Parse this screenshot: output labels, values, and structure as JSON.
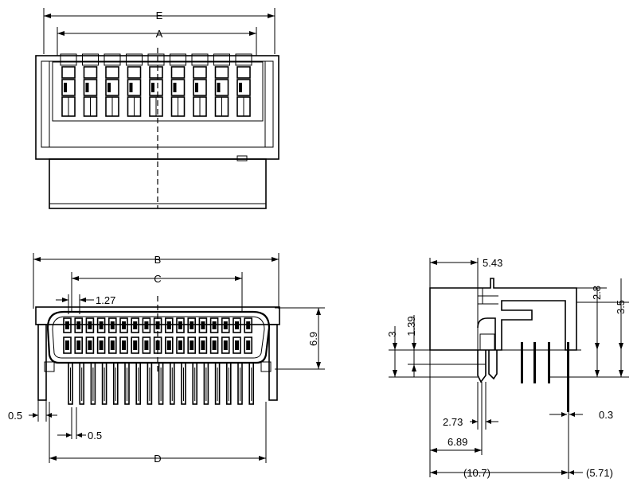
{
  "views": {
    "top": {
      "dim_e": "E",
      "dim_a": "A"
    },
    "front": {
      "dim_b": "B",
      "dim_c": "C",
      "dim_pitch": "1.27",
      "dim_height": "6.9",
      "dim_left_offset": "0.5",
      "dim_pin_width": "0.5",
      "dim_d": "D"
    },
    "side": {
      "dim_top_width": "5.43",
      "dim_28": "2.8",
      "dim_35": "3.5",
      "dim_3": "3",
      "dim_139": "1.39",
      "dim_273": "2.73",
      "dim_03": "0.3",
      "dim_689": "6.89",
      "dim_107": "(10.7)",
      "dim_571": "(5.71)"
    }
  },
  "colors": {
    "ink": "#000000",
    "paper": "#ffffff"
  }
}
